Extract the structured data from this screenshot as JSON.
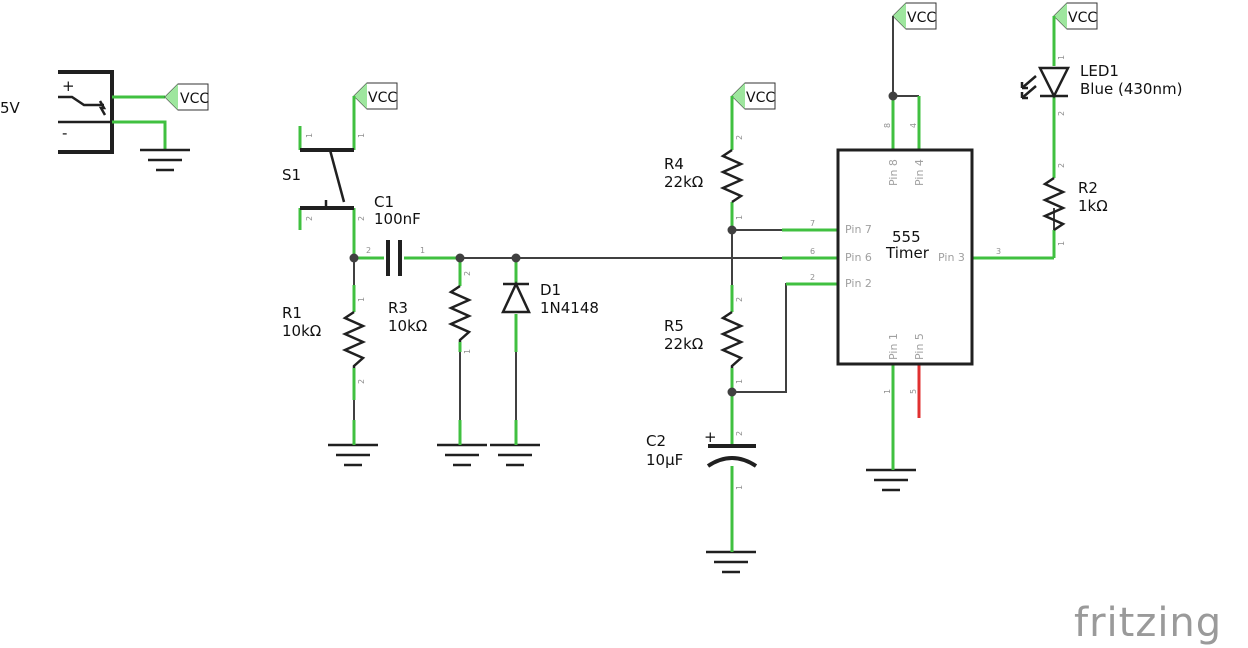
{
  "power": {
    "label": "5V",
    "plus": "+",
    "minus": "-"
  },
  "net_flag": "VCC",
  "components": {
    "s1": {
      "ref": "S1"
    },
    "c1": {
      "ref": "C1",
      "value": "100nF"
    },
    "d1": {
      "ref": "D1",
      "value": "1N4148"
    },
    "r1": {
      "ref": "R1",
      "value": "10kΩ"
    },
    "r3": {
      "ref": "R3",
      "value": "10kΩ"
    },
    "r4": {
      "ref": "R4",
      "value": "22kΩ"
    },
    "r5": {
      "ref": "R5",
      "value": "22kΩ"
    },
    "c2": {
      "ref": "C2",
      "value": "10µF",
      "polarity": "+"
    },
    "led1": {
      "ref": "LED1",
      "value": "Blue (430nm)"
    },
    "r2": {
      "ref": "R2",
      "value": "1kΩ"
    },
    "timer": {
      "name_line1": "555",
      "name_line2": "Timer",
      "pins": {
        "p1": "Pin 1",
        "p2": "Pin 2",
        "p3": "Pin 3",
        "p4": "Pin 4",
        "p5": "Pin 5",
        "p6": "Pin 6",
        "p7": "Pin 7",
        "p8": "Pin 8"
      },
      "pin_numbers": {
        "n1": "1",
        "n2": "2",
        "n3": "3",
        "n4": "4",
        "n5": "5",
        "n6": "6",
        "n7": "7",
        "n8": "8"
      }
    }
  },
  "pin_marks": {
    "one": "1",
    "two": "2"
  },
  "watermark": "fritzing"
}
